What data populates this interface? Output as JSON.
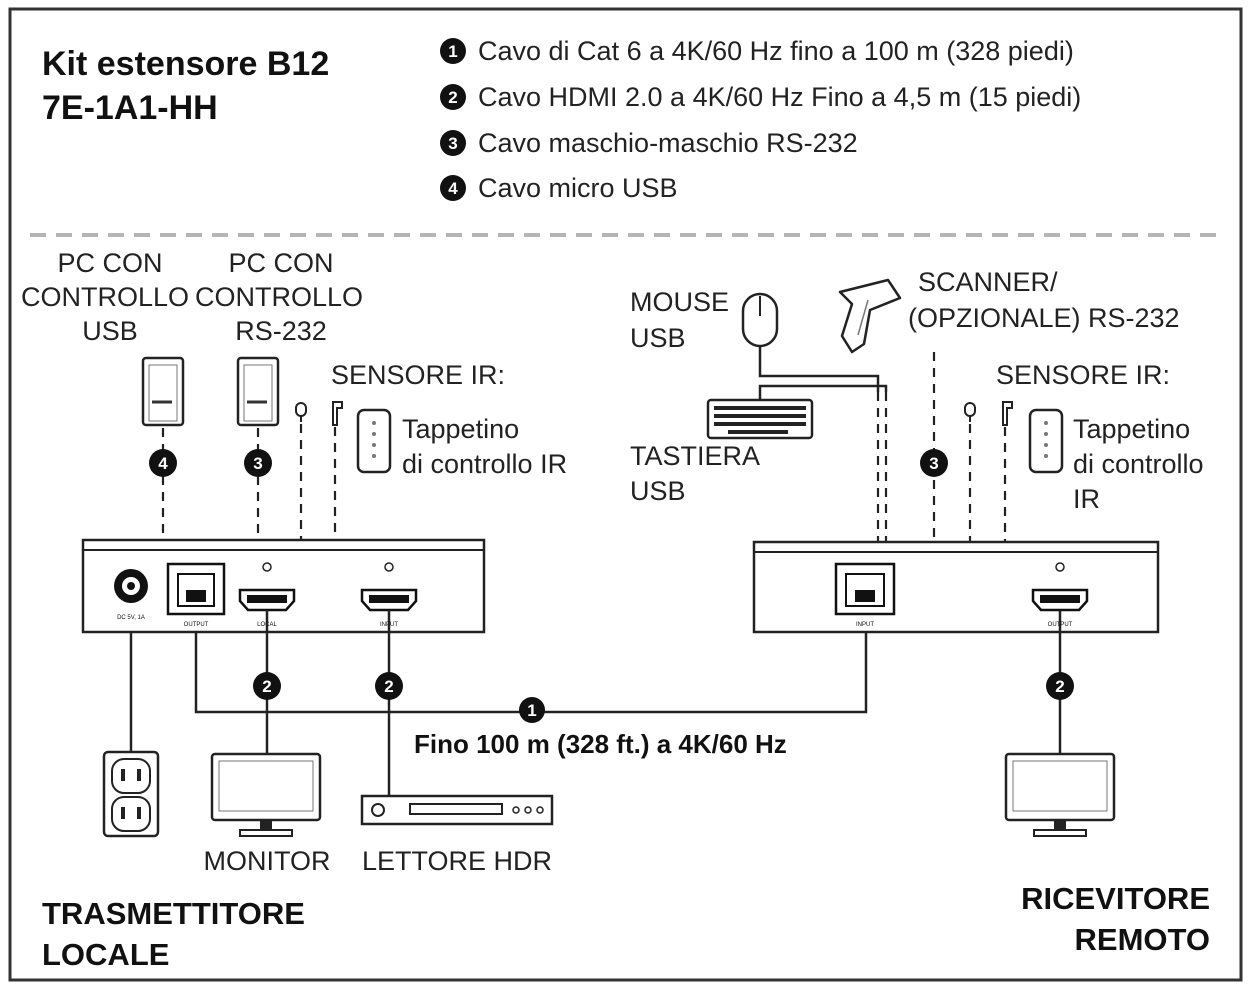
{
  "title": {
    "line1": "Kit estensore B12",
    "line2": "7E-1A1-HH"
  },
  "legend": [
    {
      "num": "1",
      "text": "Cavo di Cat 6 a 4K/60 Hz fino a 100 m (328 piedi)"
    },
    {
      "num": "2",
      "text": "Cavo HDMI 2.0 a 4K/60 Hz Fino a 4,5 m (15 piedi)"
    },
    {
      "num": "3",
      "text": "Cavo maschio-maschio RS-232"
    },
    {
      "num": "4",
      "text": "Cavo micro USB"
    }
  ],
  "transmitter": {
    "pc_usb": [
      "PC CON",
      "CONTROLLO",
      "USB"
    ],
    "pc_rs232": [
      "PC CON",
      "CONTROLLO",
      "RS-232"
    ],
    "ir_sensor": "SENSORE IR:",
    "ir_pad": [
      "Tappetino",
      "di controllo IR"
    ],
    "ports": {
      "power": "DC 5V, 1A",
      "output": "OUTPUT",
      "local": "LOCAL",
      "input": "INPUT"
    },
    "monitor": "MONITOR",
    "player": "LETTORE HDR",
    "label": [
      "TRASMETTITORE",
      "LOCALE"
    ]
  },
  "receiver": {
    "mouse": [
      "MOUSE",
      "USB"
    ],
    "scanner": [
      "SCANNER/",
      "(OPZIONALE) RS-232"
    ],
    "keyboard": [
      "TASTIERA",
      "USB"
    ],
    "ir_sensor": "SENSORE IR:",
    "ir_pad": [
      "Tappetino",
      "di controllo",
      "IR"
    ],
    "ports": {
      "input": "INPUT",
      "output": "OUTPUT"
    },
    "label": [
      "RICEVITORE",
      "REMOTO"
    ]
  },
  "cable": {
    "num": "1",
    "label": "Fino 100 m (328 ft.) a 4K/60 Hz"
  },
  "badges": {
    "usb": "4",
    "rs232": "3",
    "hdmi": "2"
  },
  "colors": {
    "ink": "#222222",
    "frame": "#333333",
    "divider": "#b5b5b5"
  }
}
